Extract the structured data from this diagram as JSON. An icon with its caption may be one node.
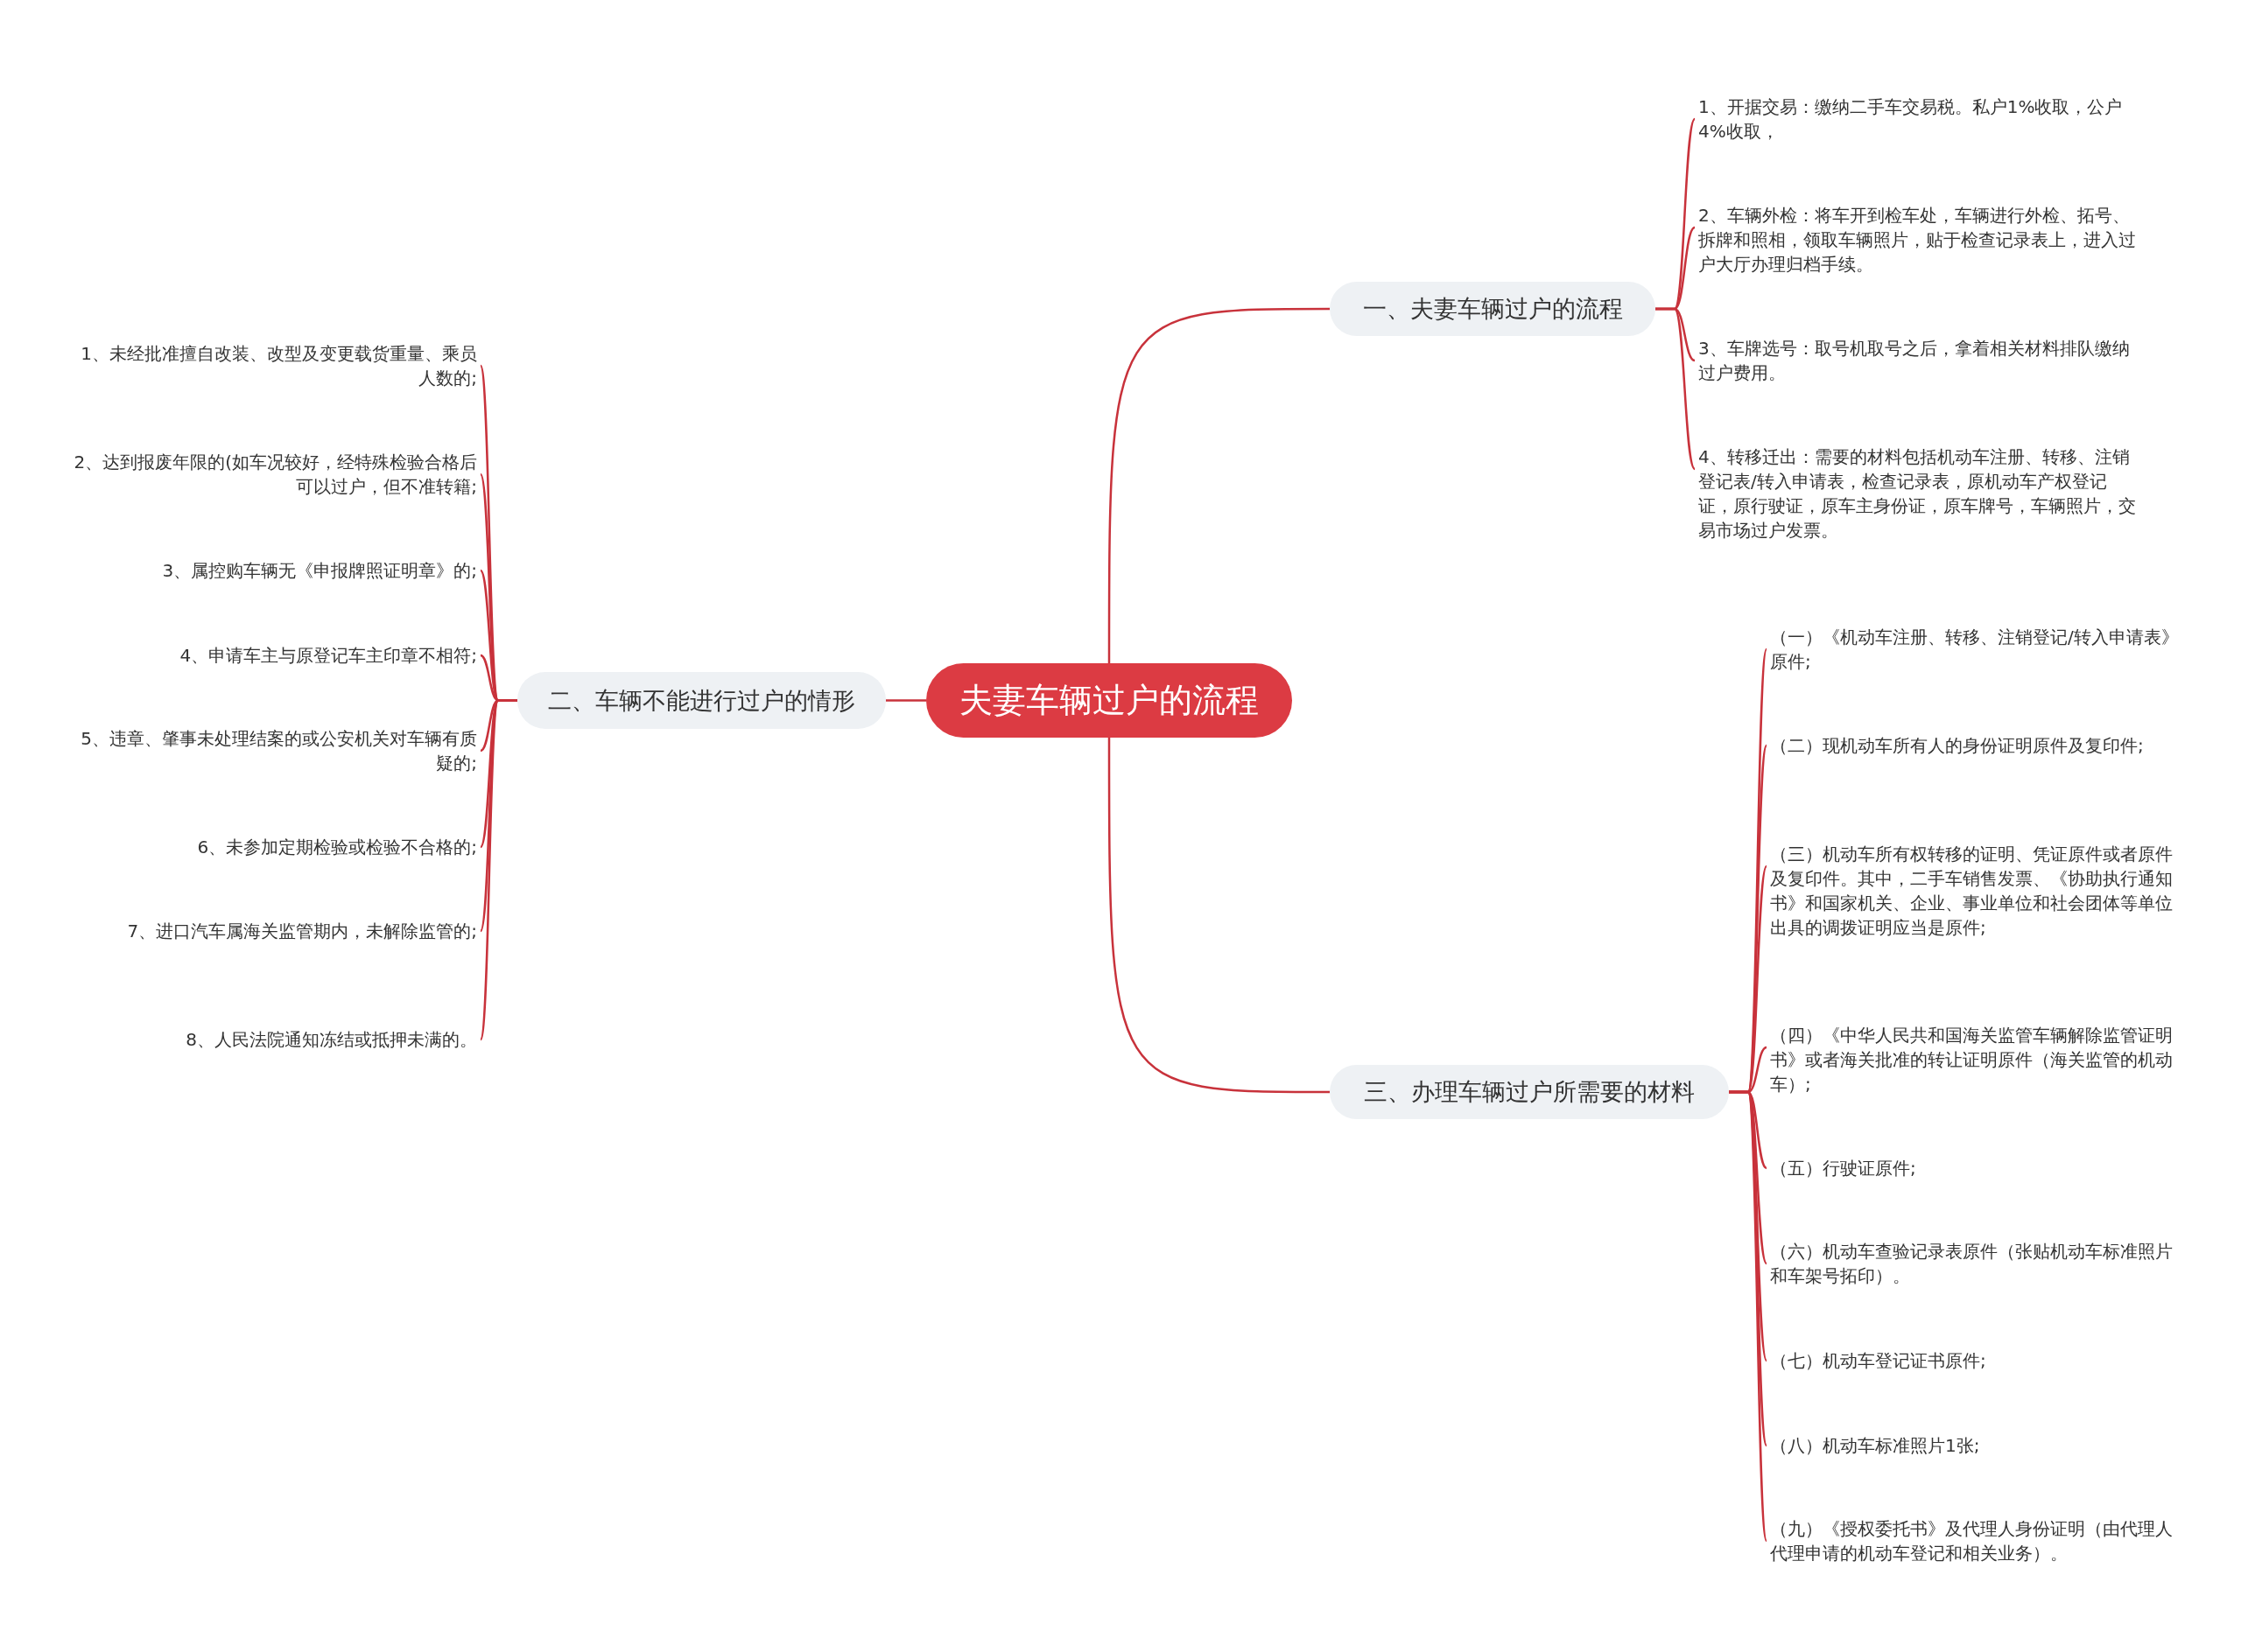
{
  "diagram": {
    "nodes": [
      {
        "text": [
          "夫妻车辆过户的流程"
        ]
      },
      {
        "text": [
          "一、夫妻车辆过户的流程"
        ]
      },
      {
        "text": [
          "1、开据交易：缴纳二手车交易税。私户1%收取，公户4%收取，"
        ]
      },
      {
        "text": [
          "2、车辆外检：将车开到检车处，车辆进行外检、拓号、拆牌和照相，领取车辆照片，贴于检查记录表上，进入过户大厅办理归档手续。"
        ]
      },
      {
        "text": [
          "3、车牌选号：取号机取号之后，拿着相关材料排队缴纳过户费用。"
        ]
      },
      {
        "text": [
          "4、转移迁出：需要的材料包括机动车注册、转移、注销登记表/转入申请表，检查记录表，原机动车产权登记证，原行驶证，原车主身份证，原车牌号，车辆照片，交易市场过户发票。"
        ]
      },
      {
        "text": [
          "二、车辆不能进行过户的情形"
        ]
      },
      {
        "text": [
          "1、未经批准擅自改装、改型及变更载货重量、乘员人数的;"
        ]
      },
      {
        "text": [
          "2、达到报废年限的(如车况较好，经特殊检验合格后可以过户，但不准转籍;"
        ]
      },
      {
        "text": [
          "3、属控购车辆无《申报牌照证明章》的;"
        ]
      },
      {
        "text": [
          "4、申请车主与原登记车主印章不相符;"
        ]
      },
      {
        "text": [
          "5、违章、肇事未处理结案的或公安机关对车辆有质疑的;"
        ]
      },
      {
        "text": [
          "6、未参加定期检验或检验不合格的;"
        ]
      },
      {
        "text": [
          "7、进口汽车属海关监管期内，未解除监管的;"
        ]
      },
      {
        "text": [
          "8、人民法院通知冻结或抵押未满的。"
        ]
      },
      {
        "text": [
          "三、办理车辆过户所需要的材料"
        ]
      },
      {
        "text": [
          "（一）《机动车注册、转移、注销登记/转入申请表》原件;"
        ]
      },
      {
        "text": [
          "（二）现机动车所有人的身份证明原件及复印件;"
        ]
      },
      {
        "text": [
          "（三）机动车所有权转移的证明、凭证原件或者原件及复印件。其中，二手车销售发票、《协助执行通知书》和国家机关、企业、事业单位和社会团体等单位出具的调拨证明应当是原件;"
        ]
      },
      {
        "text": [
          "（四）《中华人民共和国海关监管车辆解除监管证明书》或者海关批准的转让证明原件（海关监管的机动车）;"
        ]
      },
      {
        "text": [
          "（五）行驶证原件;"
        ]
      },
      {
        "text": [
          "（六）机动车查验记录表原件（张贴机动车标准照片和车架号拓印）。"
        ]
      },
      {
        "text": [
          "（七）机动车登记证书原件;"
        ]
      },
      {
        "text": [
          "（八）机动车标准照片1张;"
        ]
      },
      {
        "text": [
          "（九）《授权委托书》及代理人身份证明（由代理人代理申请的机动车登记和相关业务）。"
        ]
      }
    ],
    "edges": [
      {
        "from": 0,
        "to": 1,
        "arrow": "none"
      },
      {
        "from": 1,
        "to": 2,
        "arrow": "none"
      },
      {
        "from": 1,
        "to": 3,
        "arrow": "none"
      },
      {
        "from": 1,
        "to": 4,
        "arrow": "none"
      },
      {
        "from": 1,
        "to": 5,
        "arrow": "none"
      },
      {
        "from": 0,
        "to": 6,
        "arrow": "none"
      },
      {
        "from": 6,
        "to": 7,
        "arrow": "none"
      },
      {
        "from": 6,
        "to": 8,
        "arrow": "none"
      },
      {
        "from": 6,
        "to": 9,
        "arrow": "none"
      },
      {
        "from": 6,
        "to": 10,
        "arrow": "none"
      },
      {
        "from": 6,
        "to": 11,
        "arrow": "none"
      },
      {
        "from": 6,
        "to": 12,
        "arrow": "none"
      },
      {
        "from": 6,
        "to": 13,
        "arrow": "none"
      },
      {
        "from": 6,
        "to": 14,
        "arrow": "none"
      },
      {
        "from": 0,
        "to": 15,
        "arrow": "none"
      },
      {
        "from": 15,
        "to": 16,
        "arrow": "none"
      },
      {
        "from": 15,
        "to": 17,
        "arrow": "none"
      },
      {
        "from": 15,
        "to": 18,
        "arrow": "none"
      },
      {
        "from": 15,
        "to": 19,
        "arrow": "none"
      },
      {
        "from": 15,
        "to": 20,
        "arrow": "none"
      },
      {
        "from": 15,
        "to": 21,
        "arrow": "none"
      },
      {
        "from": 15,
        "to": 22,
        "arrow": "none"
      },
      {
        "from": 15,
        "to": 23,
        "arrow": "none"
      },
      {
        "from": 15,
        "to": 24,
        "arrow": "none"
      }
    ]
  }
}
